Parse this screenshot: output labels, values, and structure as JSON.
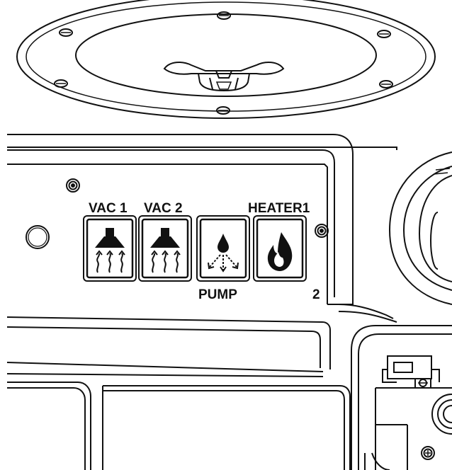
{
  "panel": {
    "labels": {
      "vac1": "VAC 1",
      "vac2": "VAC 2",
      "heater1": "HEATER1",
      "pump": "PUMP",
      "heater2_suffix": "2"
    }
  },
  "buttons": [
    {
      "id": "vac1",
      "icon": "vacuum-hood-icon"
    },
    {
      "id": "vac2",
      "icon": "vacuum-hood-icon"
    },
    {
      "id": "pump",
      "icon": "water-pump-drop-icon"
    },
    {
      "id": "heater",
      "icon": "flame-icon"
    }
  ],
  "colors": {
    "line": "#111111",
    "background": "#ffffff"
  }
}
